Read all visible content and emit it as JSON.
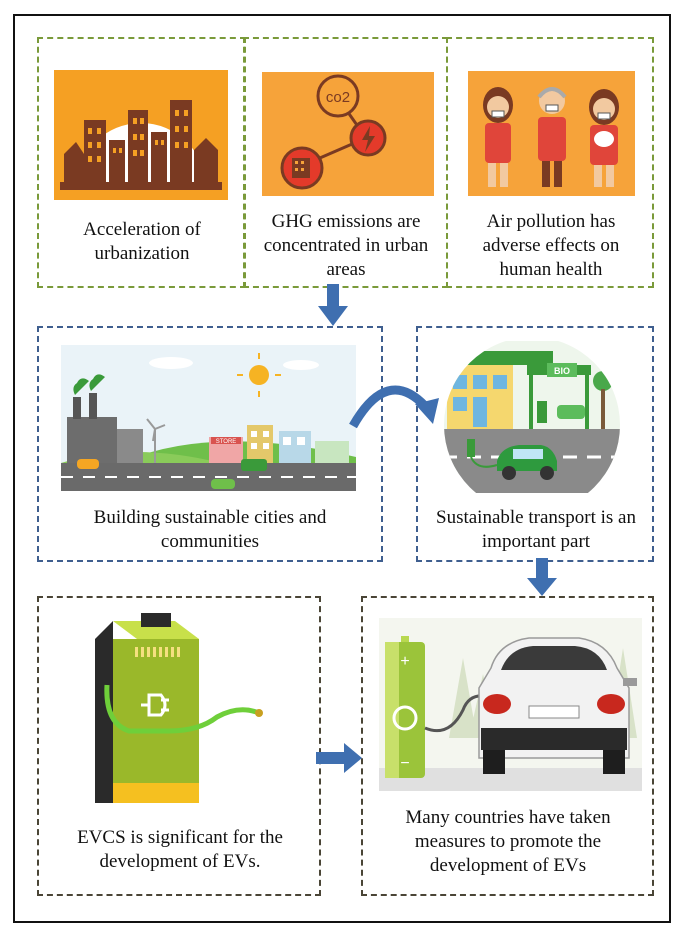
{
  "row1": {
    "urbanization": "Acceleration of urbanization",
    "ghg": "GHG emissions are concentrated in urban areas",
    "health": "Air pollution has adverse effects on human health",
    "co2_label": "co2"
  },
  "row2": {
    "cities": "Building sustainable cities and communities",
    "transport": "Sustainable transport is an important part",
    "store_sign": "STORE",
    "bio_sign": "BIO"
  },
  "row3": {
    "evcs": "EVCS is significant for the development of EVs.",
    "measures": "Many countries have taken measures to promote the development of EVs"
  },
  "colors": {
    "arrow": "#3f6fb0",
    "orange": "#f5a623",
    "brown": "#7a3a22",
    "battery_green": "#9bc43a"
  }
}
